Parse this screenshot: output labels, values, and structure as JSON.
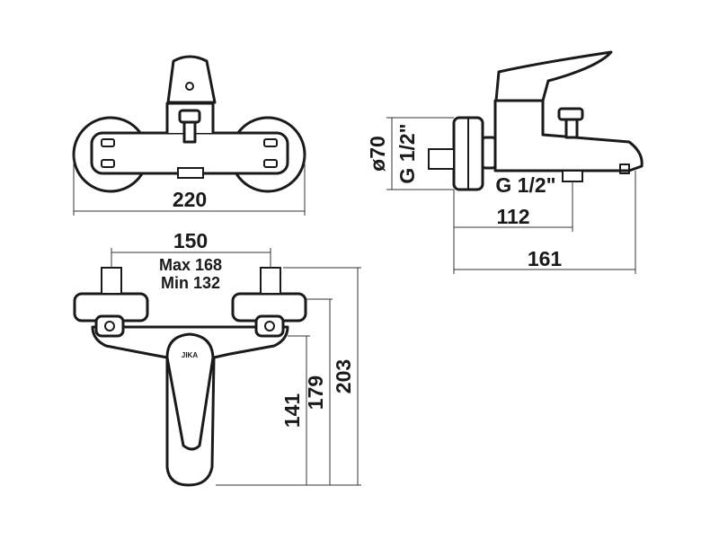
{
  "front_view": {
    "width_label": "220"
  },
  "side_view": {
    "body_diameter_label": "ø70",
    "wall_thread_label": "G 1/2\"",
    "outlet_thread_label": "G 1/2\"",
    "outlet_offset_label": "112",
    "spout_length_label": "161"
  },
  "bottom_view": {
    "center_distance_label": "150",
    "max_label": "Max 168",
    "min_label": "Min 132",
    "logo_text": "JIKA",
    "height_141_label": "141",
    "height_179_label": "179",
    "height_203_label": "203"
  }
}
